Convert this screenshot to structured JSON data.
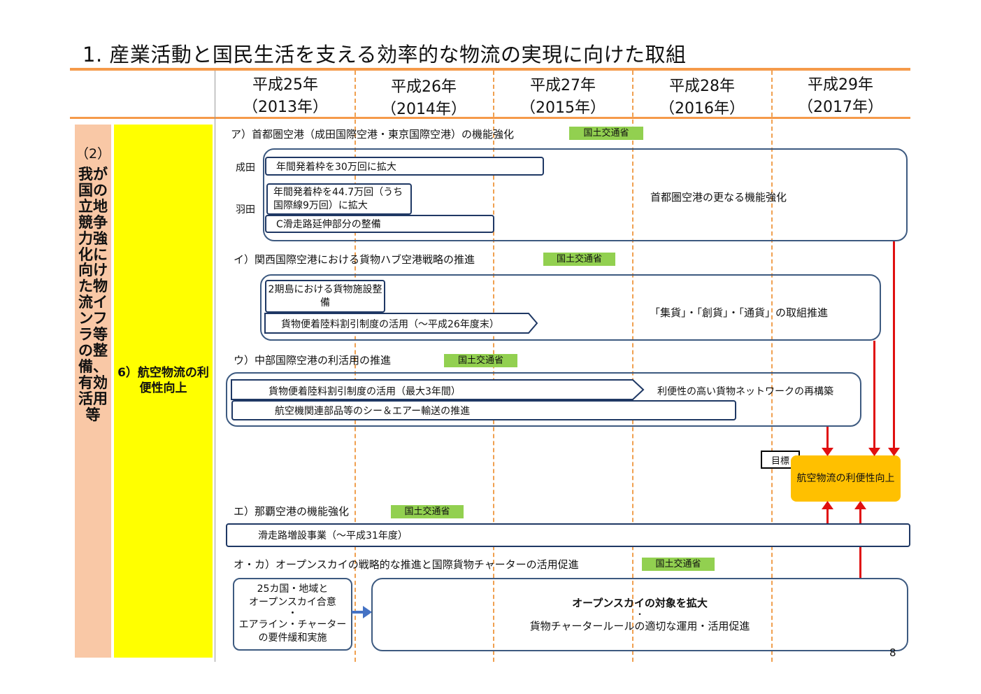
{
  "title": "1. 産業活動と国民生活を支える効率的な物流の実現に向けた取組",
  "years": [
    {
      "era": "平成25年",
      "ad": "（2013年）"
    },
    {
      "era": "平成26年",
      "ad": "（2014年）"
    },
    {
      "era": "平成27年",
      "ad": "（2015年）"
    },
    {
      "era": "平成28年",
      "ad": "（2016年）"
    },
    {
      "era": "平成29年",
      "ad": "（2017年）"
    }
  ],
  "category": {
    "number": "（2）",
    "text": "我が国の立地競争力強化に向けた物流インフラ等の整備、有効活用等"
  },
  "item": {
    "label": "6）航空物流の利便性向上"
  },
  "ministry": "国土交通省",
  "sections": {
    "a": {
      "heading": "ア）首都圏空港（成田国際空港・東京国際空港）の機能強化",
      "narita": "成田",
      "haneda": "羽田",
      "narita_task": "年間発着枠を30万回に拡大",
      "haneda_task1": "年間発着枠を44.7万回（うち国際線9万回）に拡大",
      "haneda_task2": "C滑走路延伸部分の整備",
      "goal": "首都圏空港の更なる機能強化"
    },
    "i": {
      "heading": "イ）関西国際空港における貨物ハブ空港戦略の推進",
      "task1": "2期島における貨物施設整備",
      "task2": "貨物便着陸料割引制度の活用（～平成26年度末）",
      "goal": "「集貨」・「創貨」・「通貨」の取組推進"
    },
    "u": {
      "heading": "ウ）中部国際空港の利活用の推進",
      "task1": "貨物便着陸料割引制度の活用（最大3年間）",
      "task2": "航空機関連部品等のシー＆エアー輸送の推進",
      "goal": "利便性の高い貨物ネットワークの再構築"
    },
    "e": {
      "heading": "エ）那覇空港の機能強化",
      "task": "滑走路増設事業（～平成31年度）"
    },
    "o": {
      "heading": "オ・カ）オープンスカイの戦略的な推進と国際貨物チャーターの活用促進",
      "left_line1": "25カ国・地域と",
      "left_line2": "オープンスカイ合意",
      "dot": "・",
      "left_line3": "エアライン・チャーター",
      "left_line4": "の要件緩和実施",
      "goal_line1": "オープンスカイの対象を拡大",
      "goal_line2": "貨物チャータールールの適切な運用・活用促進"
    }
  },
  "goal_label": "目標",
  "goal_box": "航空物流の利便性向上",
  "page_number": "8"
}
